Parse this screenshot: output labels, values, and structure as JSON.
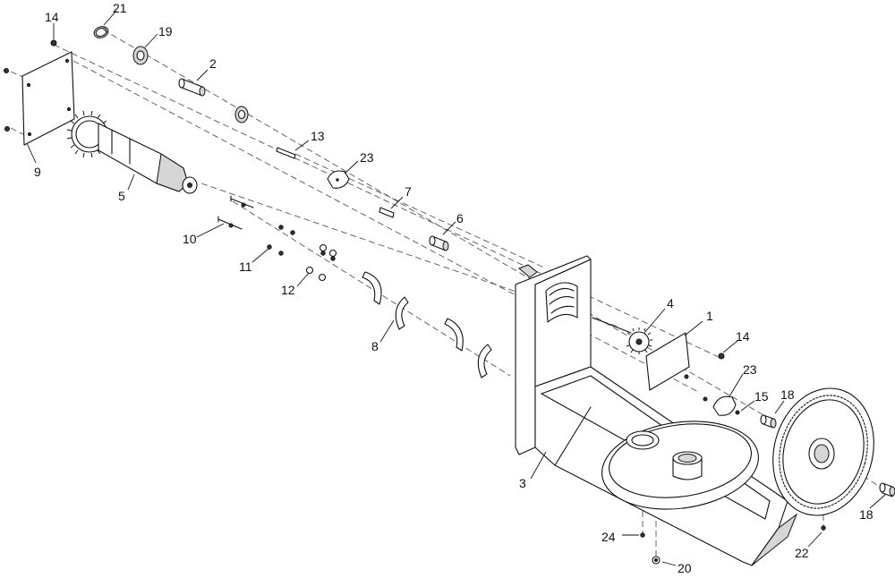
{
  "callouts": [
    {
      "id": "c1",
      "label": "1"
    },
    {
      "id": "c2",
      "label": "2"
    },
    {
      "id": "c3",
      "label": "3"
    },
    {
      "id": "c4",
      "label": "4"
    },
    {
      "id": "c5",
      "label": "5"
    },
    {
      "id": "c6",
      "label": "6"
    },
    {
      "id": "c7",
      "label": "7"
    },
    {
      "id": "c8",
      "label": "8"
    },
    {
      "id": "c9",
      "label": "9"
    },
    {
      "id": "c10",
      "label": "10"
    },
    {
      "id": "c11",
      "label": "11"
    },
    {
      "id": "c12",
      "label": "12"
    },
    {
      "id": "c13",
      "label": "13"
    },
    {
      "id": "c14a",
      "label": "14"
    },
    {
      "id": "c14b",
      "label": "14"
    },
    {
      "id": "c15",
      "label": "15"
    },
    {
      "id": "c18a",
      "label": "18"
    },
    {
      "id": "c18b",
      "label": "18"
    },
    {
      "id": "c19",
      "label": "19"
    },
    {
      "id": "c20",
      "label": "20"
    },
    {
      "id": "c21",
      "label": "21"
    },
    {
      "id": "c22",
      "label": "22"
    },
    {
      "id": "c23a",
      "label": "23"
    },
    {
      "id": "c23b",
      "label": "23"
    },
    {
      "id": "c24",
      "label": "24"
    }
  ]
}
